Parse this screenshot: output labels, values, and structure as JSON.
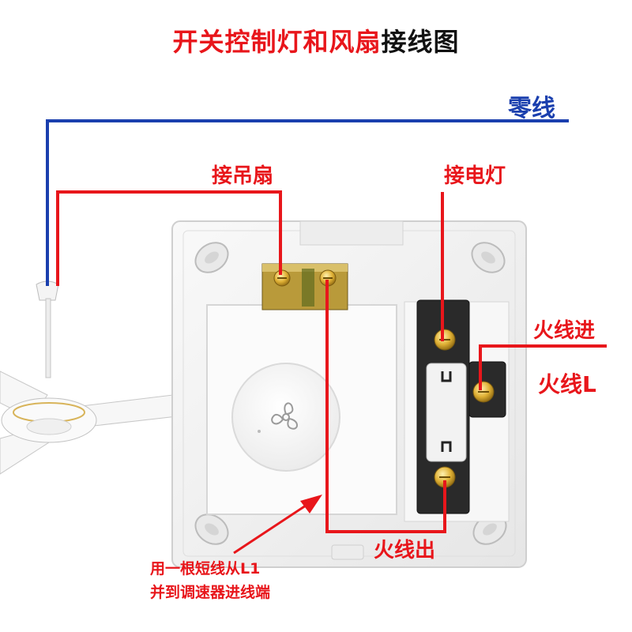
{
  "title": {
    "part_red": "开关控制灯和风扇",
    "part_black": "接线图"
  },
  "labels": {
    "neutral": "零线",
    "to_fan": "接吊扇",
    "to_lamp": "接电灯",
    "live_in": "火线进",
    "live_l": "火线L",
    "live_out": "火线出"
  },
  "note": {
    "line1": "用一根短线从L1",
    "line2": "并到调速器进线端"
  },
  "colors": {
    "red": "#e8161b",
    "blue": "#1a3fae",
    "panel": "#f4f4f4",
    "brass": "#d6a93a"
  }
}
